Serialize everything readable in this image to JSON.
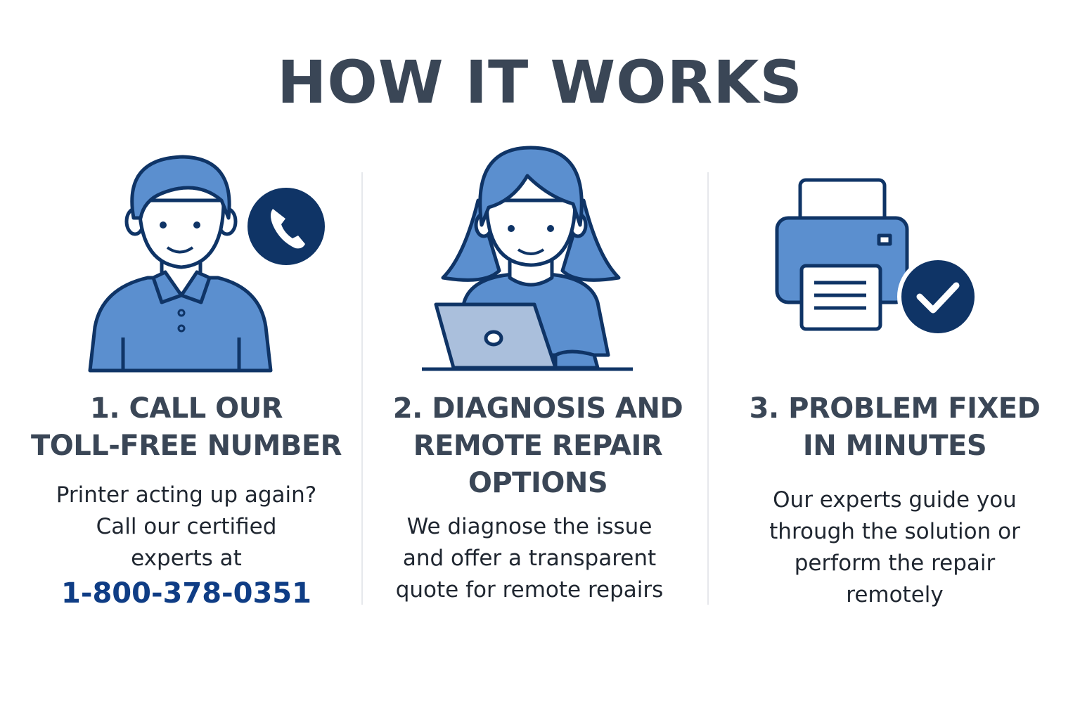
{
  "title": "HOW IT WORKS",
  "steps": [
    {
      "heading_lines": [
        "1. CALL OUR",
        "TOLL-FREE NUMBER"
      ],
      "body_lines": [
        "Printer acting up again?",
        "Call our certified",
        "experts at"
      ],
      "phone": "1-800-378-0351",
      "icon": "man-with-phone-icon"
    },
    {
      "heading_lines": [
        "2. DIAGNOSIS AND",
        "REMOTE REPAIR",
        "OPTIONS"
      ],
      "body_lines": [
        "We diagnose the issue",
        "and offer a transparent",
        "quote for remote repairs"
      ],
      "icon": "woman-with-laptop-icon"
    },
    {
      "heading_lines": [
        "3. PROBLEM FIXED",
        "IN MINUTES"
      ],
      "body_lines": [
        "Our experts guide you",
        "through the solution or",
        "perform the repair",
        "remotely"
      ],
      "icon": "printer-with-checkmark-icon"
    }
  ],
  "colors": {
    "primary": "#5b8fcf",
    "dark": "#0f3466",
    "text": "#3a4656",
    "phone": "#0f3d85"
  }
}
